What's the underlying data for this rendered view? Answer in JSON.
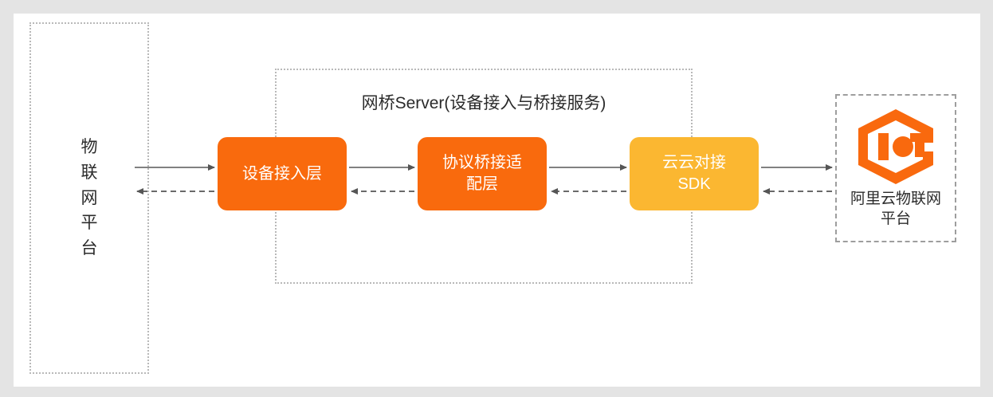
{
  "canvas": {
    "background": "#ffffff",
    "page_background": "#e4e4e4"
  },
  "left_platform": {
    "name": "iot-platform",
    "label": "物\n联\n网\n平\n台",
    "border_style": "dotted"
  },
  "bridge_server": {
    "title": "网桥Server(设备接入与桥接服务)",
    "border_style": "dotted",
    "boxes": [
      {
        "id": "device-access-layer",
        "label": "设备接入层",
        "color": "#f96a0d",
        "text_color": "#ffffff"
      },
      {
        "id": "protocol-bridge-adapter-layer",
        "label": "协议桥接适\n配层",
        "color": "#f96a0d",
        "text_color": "#ffffff"
      },
      {
        "id": "cloud-to-cloud-sdk",
        "label": "云云对接\nSDK",
        "color": "#fbb731",
        "text_color": "#ffffff"
      }
    ]
  },
  "right_platform": {
    "name": "aliyun-iot-platform",
    "label": "阿里云物联网\n平台",
    "logo": "iot-hexagon-logo",
    "logo_color": "#f9690e",
    "border_style": "dashed"
  },
  "connections": {
    "solid_arrow_color": "#666666",
    "dashed_arrow_color": "#555555",
    "flows": [
      {
        "from": "iot-platform",
        "to": "device-access-layer",
        "style": "solid",
        "direction": "right"
      },
      {
        "from": "device-access-layer",
        "to": "iot-platform",
        "style": "dashed",
        "direction": "left"
      },
      {
        "from": "device-access-layer",
        "to": "protocol-bridge-adapter-layer",
        "style": "solid",
        "direction": "right"
      },
      {
        "from": "protocol-bridge-adapter-layer",
        "to": "device-access-layer",
        "style": "dashed",
        "direction": "left"
      },
      {
        "from": "protocol-bridge-adapter-layer",
        "to": "cloud-to-cloud-sdk",
        "style": "solid",
        "direction": "right"
      },
      {
        "from": "cloud-to-cloud-sdk",
        "to": "protocol-bridge-adapter-layer",
        "style": "dashed",
        "direction": "left"
      },
      {
        "from": "cloud-to-cloud-sdk",
        "to": "aliyun-iot-platform",
        "style": "solid",
        "direction": "right"
      },
      {
        "from": "aliyun-iot-platform",
        "to": "cloud-to-cloud-sdk",
        "style": "dashed",
        "direction": "left"
      }
    ]
  }
}
